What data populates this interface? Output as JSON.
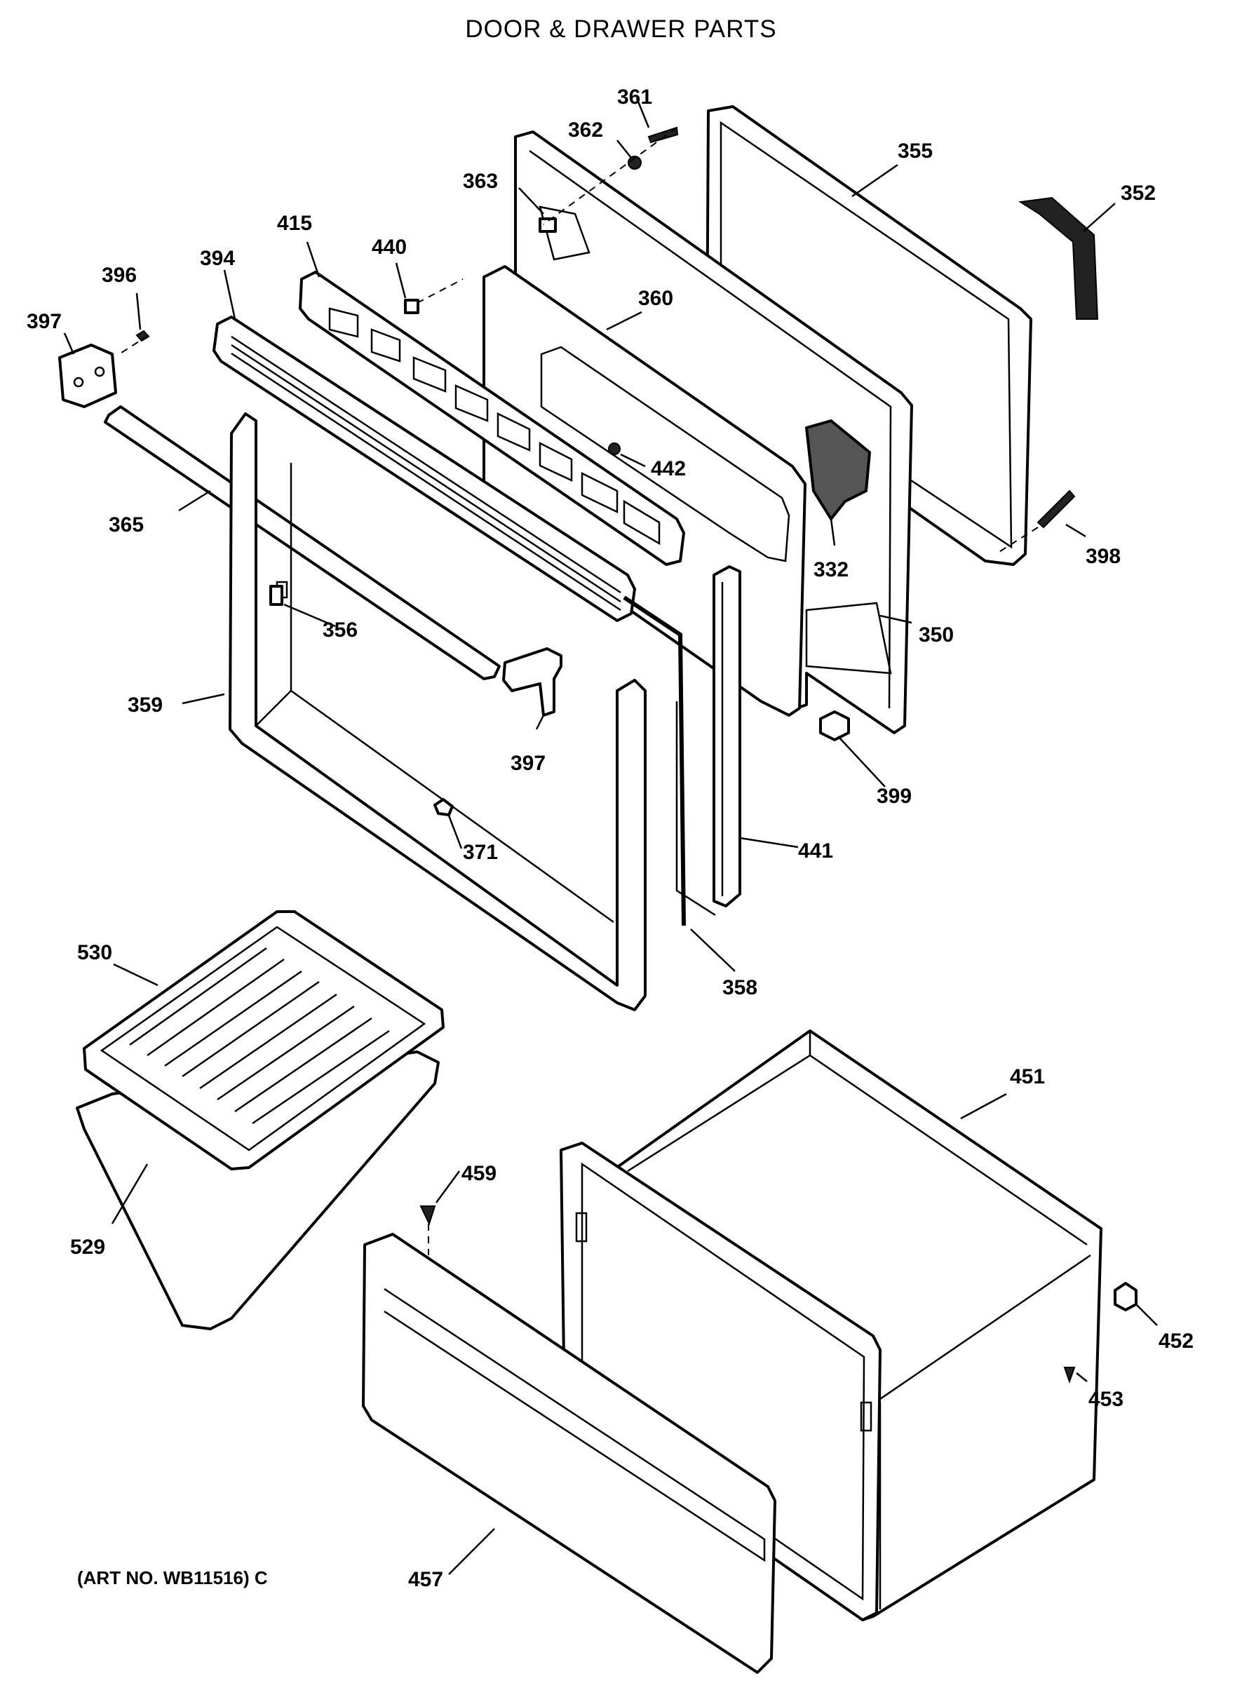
{
  "title": "DOOR & DRAWER PARTS",
  "art_number": "(ART NO. WB11516) C",
  "callouts": {
    "c332": "332",
    "c350": "350",
    "c352": "352",
    "c355": "355",
    "c356": "356",
    "c358": "358",
    "c359": "359",
    "c360": "360",
    "c361": "361",
    "c362": "362",
    "c363": "363",
    "c365": "365",
    "c371": "371",
    "c394": "394",
    "c396": "396",
    "c397a": "397",
    "c397b": "397",
    "c398": "398",
    "c399": "399",
    "c415": "415",
    "c440": "440",
    "c441": "441",
    "c442": "442",
    "c451": "451",
    "c452": "452",
    "c453": "453",
    "c457": "457",
    "c459": "459",
    "c529": "529",
    "c530": "530"
  }
}
